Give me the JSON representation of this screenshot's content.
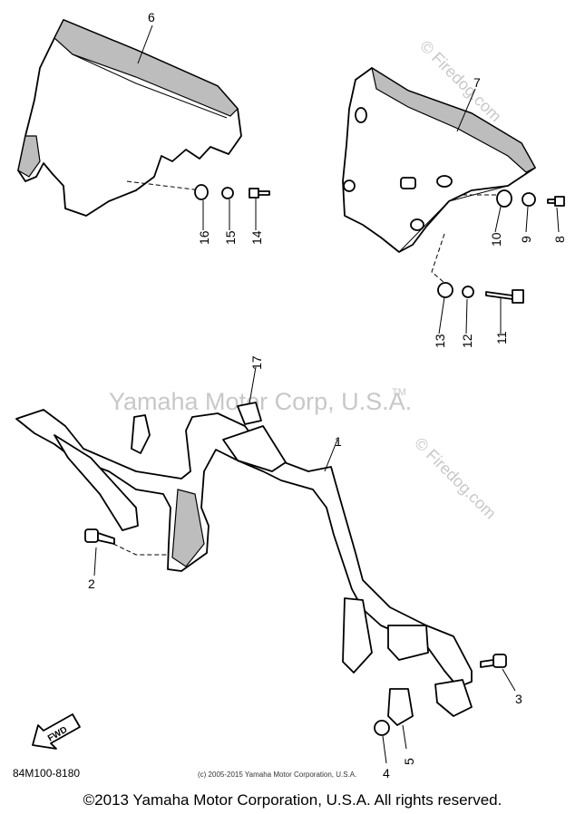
{
  "watermark_main": "Yamaha Motor Corp, U.S.A.",
  "watermark_tm": "TM",
  "watermark_site": "© Firedog.com",
  "fwd_label": "FWD",
  "diagram_code": "84M100-8180",
  "small_copyright": "(c) 2005-2015 Yamaha Motor Corporation, U.S.A.",
  "copyright": "©2013 Yamaha Motor Corporation, U.S.A. All rights reserved.",
  "callouts": {
    "p1": "1",
    "p2": "2",
    "p3": "3",
    "p4": "4",
    "p5": "5",
    "p6": "6",
    "p7": "7",
    "p8": "8",
    "p9": "9",
    "p10": "10",
    "p11": "11",
    "p12": "12",
    "p13": "13",
    "p14": "14",
    "p15": "15",
    "p16": "16",
    "p17": "17"
  }
}
